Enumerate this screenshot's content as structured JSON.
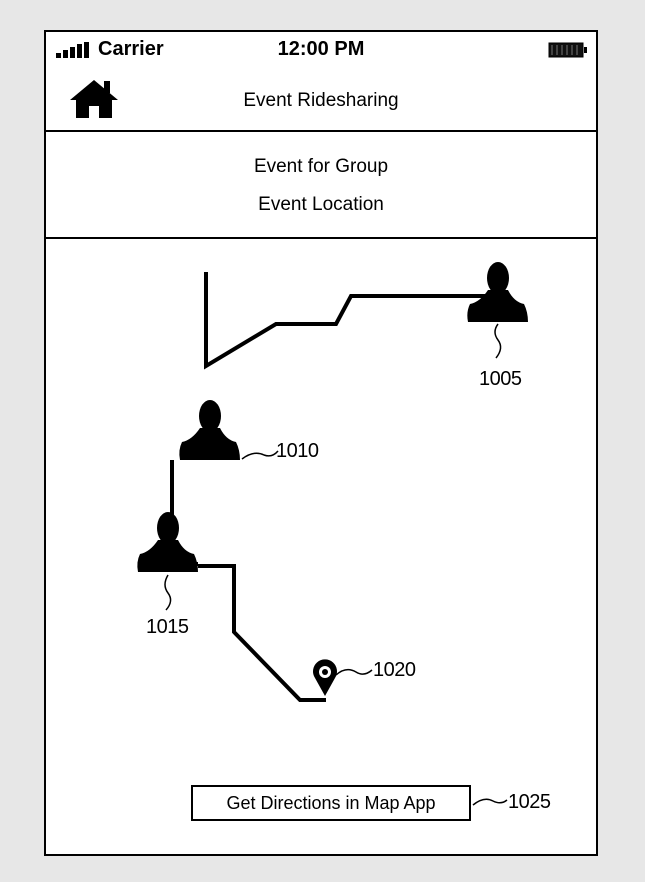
{
  "status_bar": {
    "carrier": "Carrier",
    "time": "12:00 PM",
    "signal_icon": "signal-bars-icon",
    "battery_icon": "battery-icon"
  },
  "nav": {
    "home_icon": "home-icon",
    "title": "Event Ridesharing"
  },
  "event": {
    "group": "Event for Group",
    "location": "Event Location"
  },
  "map": {
    "riders": [
      {
        "ref": "1005",
        "icon": "person-icon"
      },
      {
        "ref": "1010",
        "icon": "person-icon"
      },
      {
        "ref": "1015",
        "icon": "person-icon"
      }
    ],
    "destination": {
      "ref": "1020",
      "icon": "location-pin-icon"
    }
  },
  "actions": {
    "directions_label": "Get Directions in Map App",
    "directions_ref": "1025"
  }
}
